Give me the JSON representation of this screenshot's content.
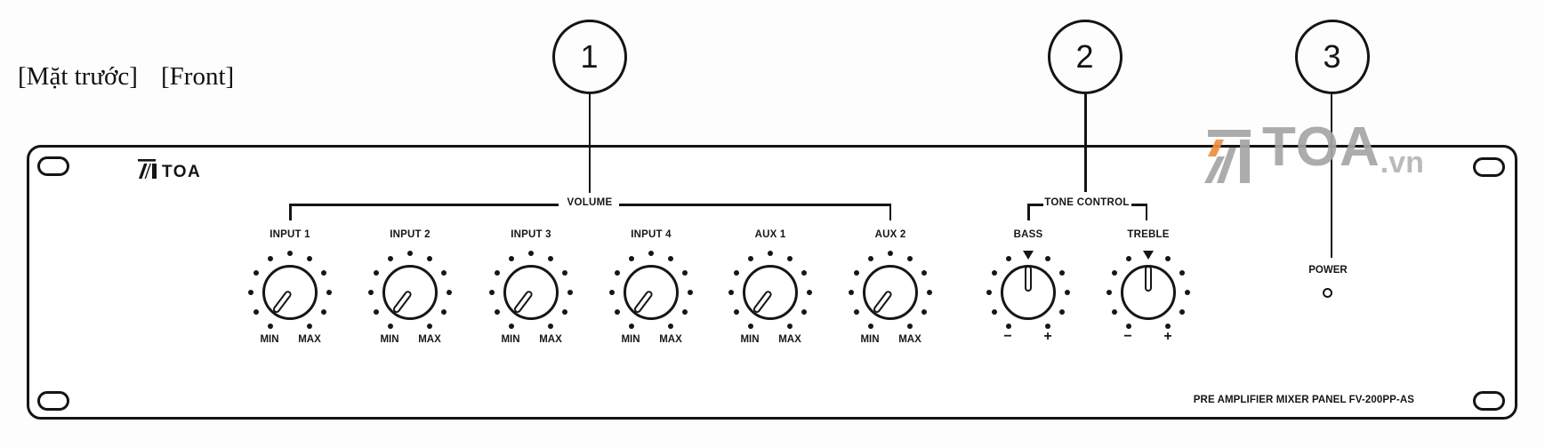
{
  "header": {
    "label_vi": "[Mặt trước]",
    "label_en": "[Front]"
  },
  "callouts": {
    "numbers": [
      "1",
      "2",
      "3"
    ]
  },
  "panel": {
    "brand": "TOA",
    "model_text": "PRE AMPLIFIER MIXER PANEL FV-200PP-AS",
    "volume_section": {
      "label": "VOLUME",
      "knobs": [
        {
          "label": "INPUT 1",
          "min_label": "MIN",
          "max_label": "MAX"
        },
        {
          "label": "INPUT 2",
          "min_label": "MIN",
          "max_label": "MAX"
        },
        {
          "label": "INPUT 3",
          "min_label": "MIN",
          "max_label": "MAX"
        },
        {
          "label": "INPUT 4",
          "min_label": "MIN",
          "max_label": "MAX"
        },
        {
          "label": "AUX 1",
          "min_label": "MIN",
          "max_label": "MAX"
        },
        {
          "label": "AUX 2",
          "min_label": "MIN",
          "max_label": "MAX"
        }
      ]
    },
    "tone_section": {
      "label": "TONE CONTROL",
      "knobs": [
        {
          "label": "BASS",
          "min_label": "−",
          "max_label": "+"
        },
        {
          "label": "TREBLE",
          "min_label": "−",
          "max_label": "+"
        }
      ]
    },
    "power": {
      "label": "POWER"
    }
  },
  "watermark": {
    "brand": "TOA",
    "suffix": ".vn"
  },
  "colors": {
    "stroke": "#141414",
    "watermark_gray": "#a6a6a6",
    "watermark_light_gray": "#b5b5b5",
    "watermark_orange": "#ee8f3d"
  }
}
